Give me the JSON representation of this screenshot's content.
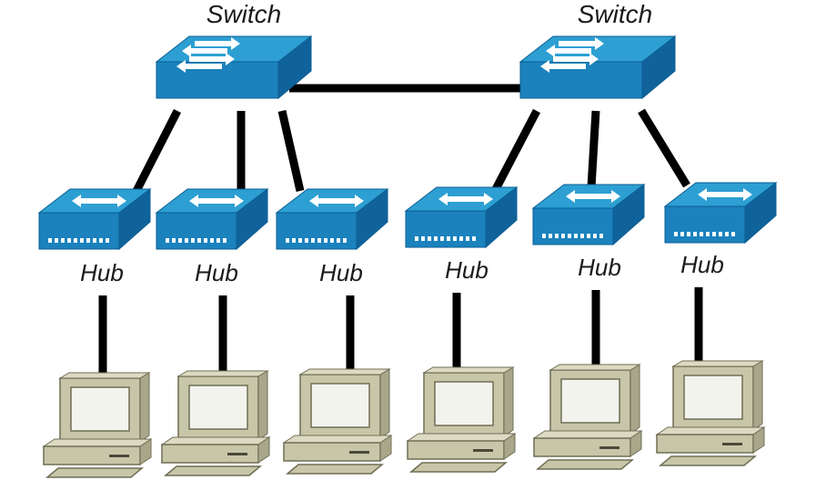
{
  "diagram": {
    "switches": [
      {
        "id": "switch-left",
        "label": "Switch"
      },
      {
        "id": "switch-right",
        "label": "Switch"
      }
    ],
    "hubs": [
      {
        "id": "hub-1",
        "label": "Hub",
        "switch": "switch-left"
      },
      {
        "id": "hub-2",
        "label": "Hub",
        "switch": "switch-left"
      },
      {
        "id": "hub-3",
        "label": "Hub",
        "switch": "switch-left"
      },
      {
        "id": "hub-4",
        "label": "Hub",
        "switch": "switch-right"
      },
      {
        "id": "hub-5",
        "label": "Hub",
        "switch": "switch-right"
      },
      {
        "id": "hub-6",
        "label": "Hub",
        "switch": "switch-right"
      }
    ],
    "computers": [
      {
        "id": "pc-1",
        "hub": "hub-1"
      },
      {
        "id": "pc-2",
        "hub": "hub-2"
      },
      {
        "id": "pc-3",
        "hub": "hub-3"
      },
      {
        "id": "pc-4",
        "hub": "hub-4"
      },
      {
        "id": "pc-5",
        "hub": "hub-5"
      },
      {
        "id": "pc-6",
        "hub": "hub-6"
      }
    ],
    "links": [
      [
        "switch-left",
        "switch-right"
      ]
    ],
    "colors": {
      "device_top": "#2d9fd2",
      "device_front": "#1b82bd",
      "device_side": "#10639a",
      "link": "#000000",
      "pc_body": "#c8c6a8",
      "pc_screen": "#f3f3ee"
    }
  }
}
